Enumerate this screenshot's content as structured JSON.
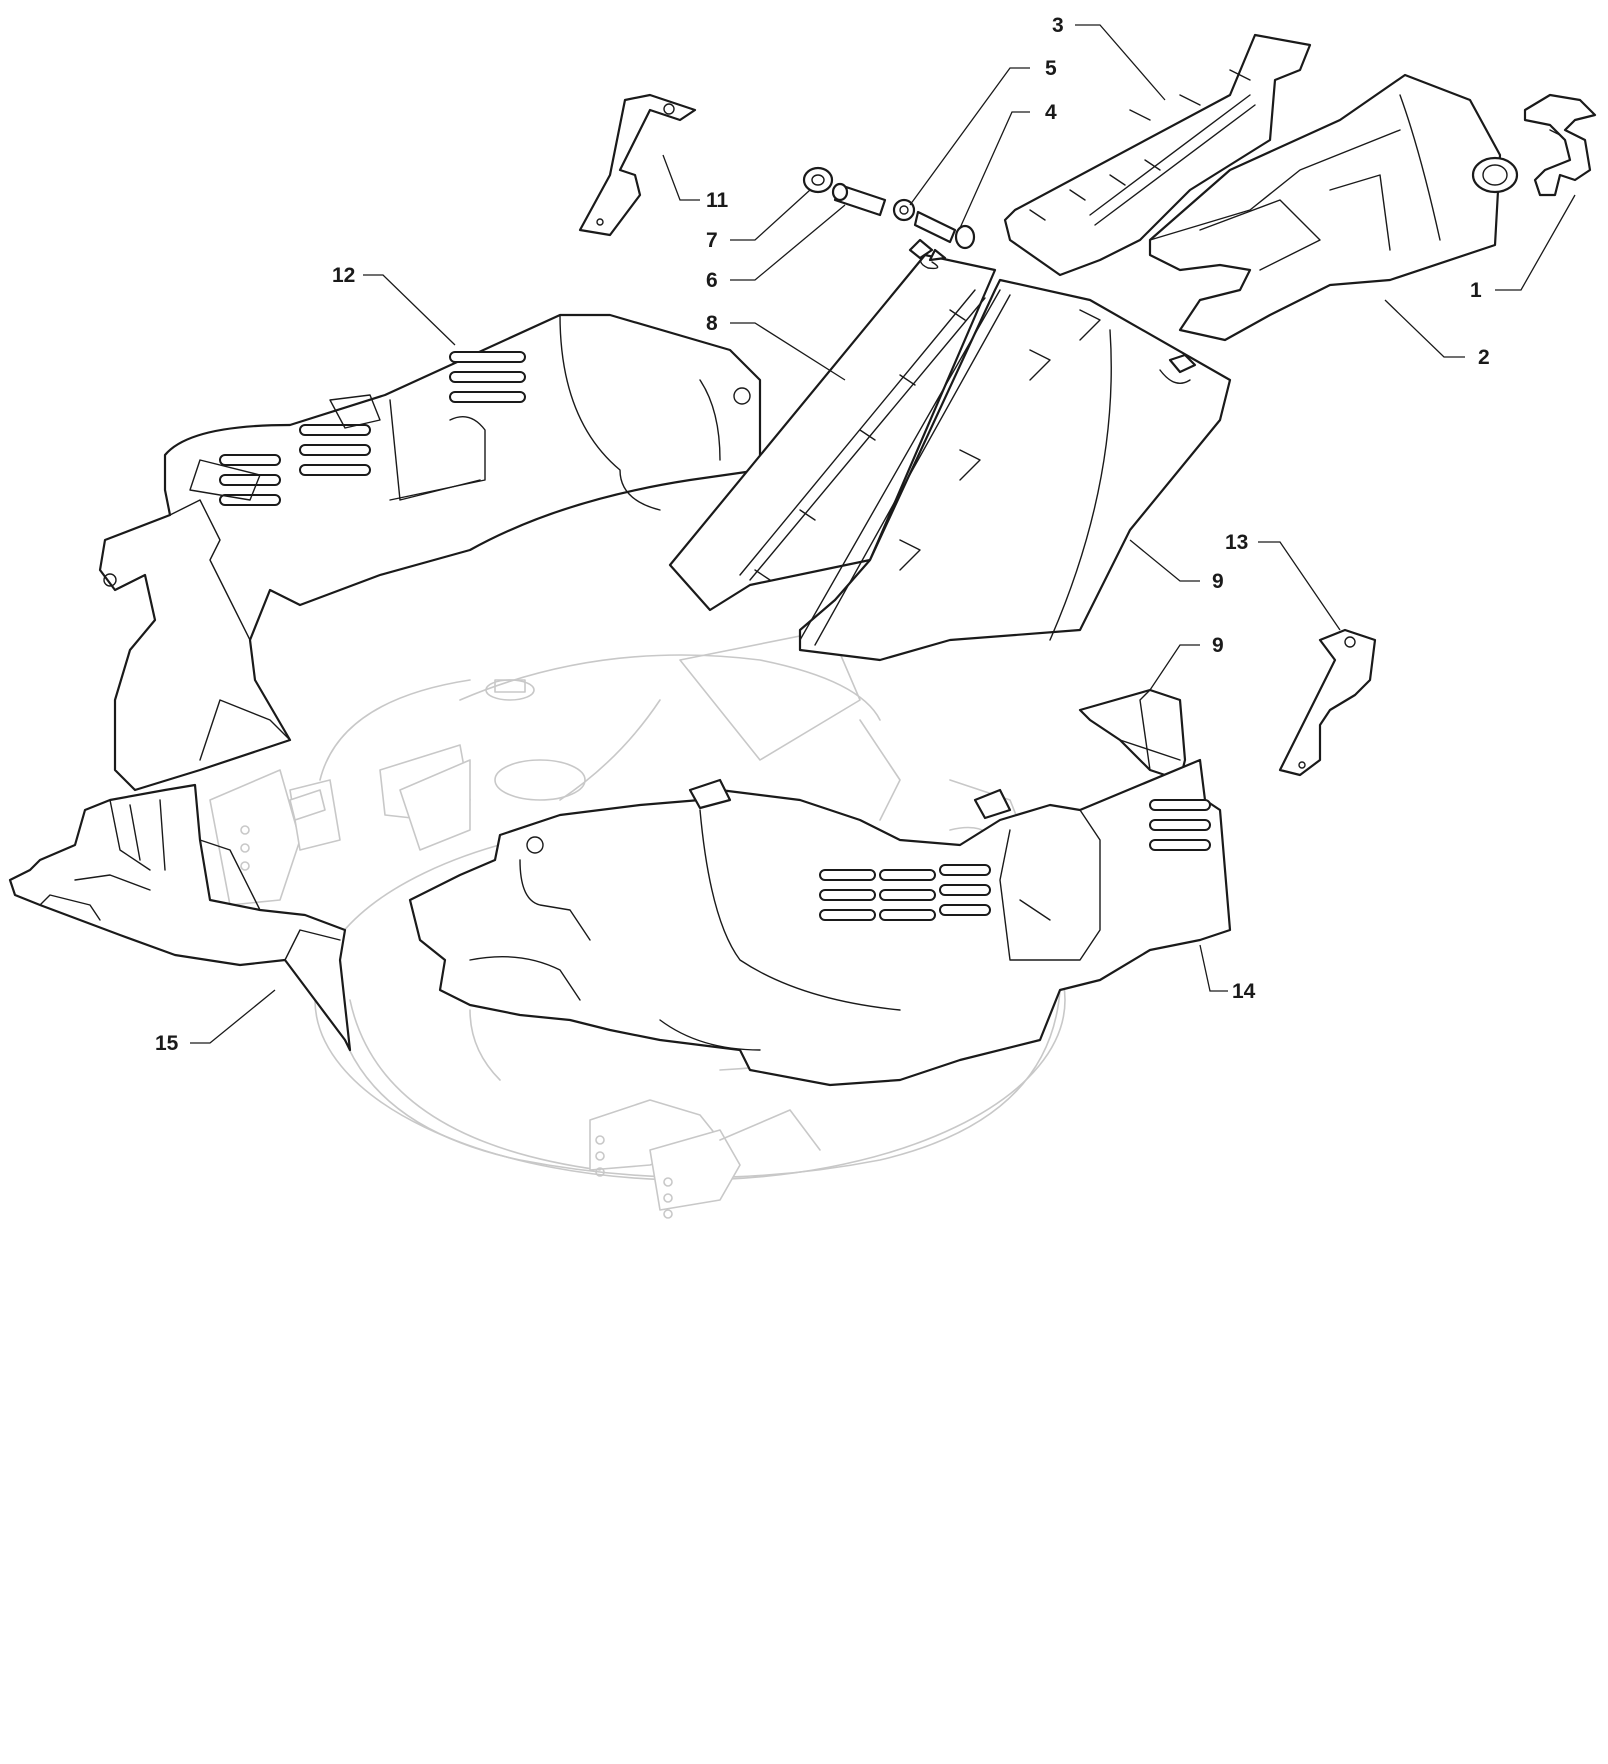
{
  "callouts": [
    {
      "id": "1",
      "text": "1"
    },
    {
      "id": "2",
      "text": "2"
    },
    {
      "id": "3",
      "text": "3"
    },
    {
      "id": "4",
      "text": "4"
    },
    {
      "id": "5",
      "text": "5"
    },
    {
      "id": "6",
      "text": "6"
    },
    {
      "id": "7",
      "text": "7"
    },
    {
      "id": "8",
      "text": "8"
    },
    {
      "id": "9a",
      "text": "9"
    },
    {
      "id": "9b",
      "text": "9"
    },
    {
      "id": "11",
      "text": "11"
    },
    {
      "id": "12",
      "text": "12"
    },
    {
      "id": "13",
      "text": "13"
    },
    {
      "id": "14",
      "text": "14"
    },
    {
      "id": "15",
      "text": "15"
    }
  ],
  "colors": {
    "line": "#1a1a1a",
    "ghost": "#c8c8c8",
    "background": "#ffffff"
  }
}
